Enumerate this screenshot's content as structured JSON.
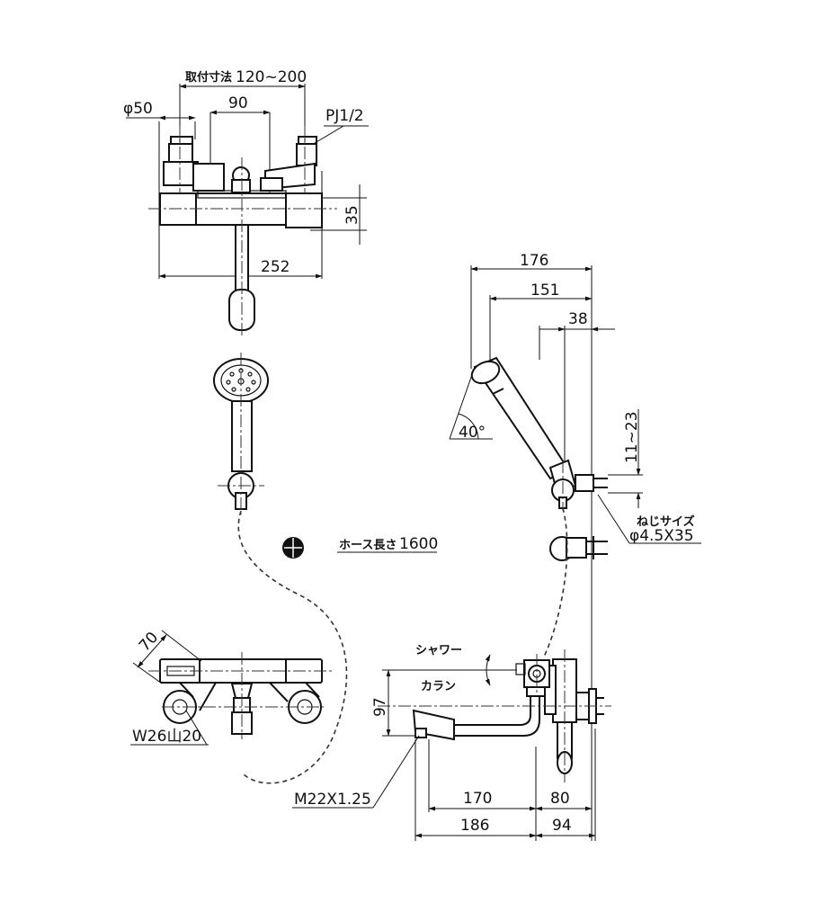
{
  "dimensions": {
    "mount_range": "120~200",
    "mount_range_prefix": "取付寸法",
    "phi50": "φ50",
    "d90": "90",
    "pipe": "PJ1/2",
    "d35": "35",
    "d252": "252",
    "d176": "176",
    "d151": "151",
    "d38": "38",
    "angle": "40°",
    "d11_23": "11~23",
    "d70": "70",
    "d97": "97",
    "d170": "170",
    "d80": "80",
    "d186": "186",
    "d94": "94"
  },
  "labels": {
    "screw_size_title": "ねじサイズ",
    "screw_size": "φ4.5X35",
    "hose_prefix": "ホース長さ",
    "hose_length": "1600",
    "shower": "シャワー",
    "faucet": "カラン",
    "thread_w26": "W26山20",
    "thread_m22": "M22X1.25"
  }
}
